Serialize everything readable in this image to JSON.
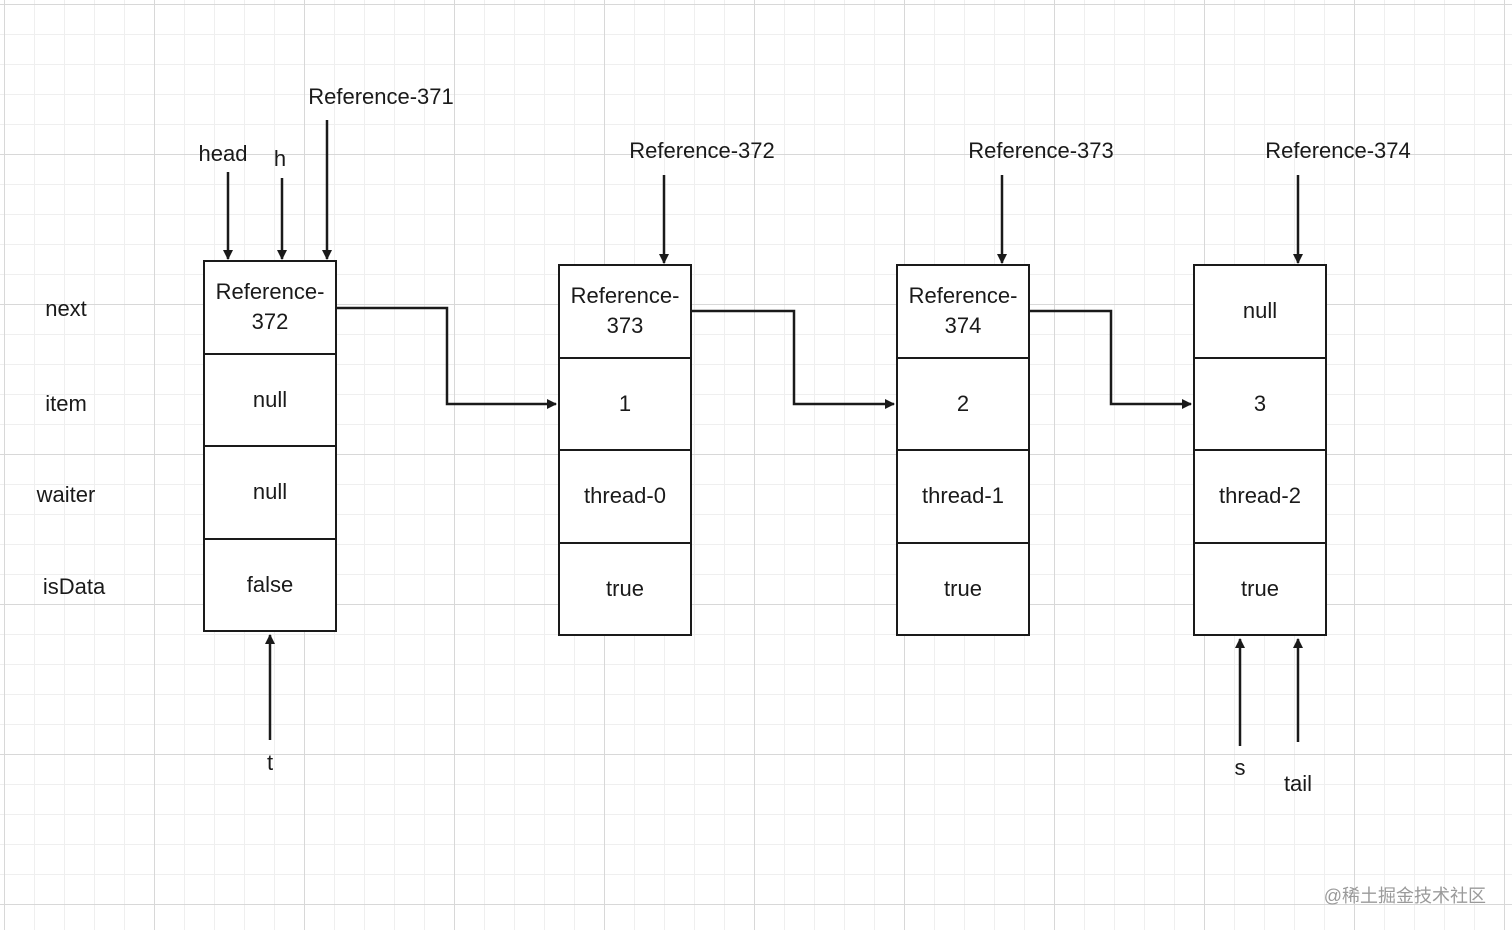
{
  "fields": [
    "next",
    "item",
    "waiter",
    "isData"
  ],
  "nodes": [
    {
      "next": "Reference-372",
      "item": "null",
      "waiter": "null",
      "isData": "false"
    },
    {
      "next": "Reference-373",
      "item": "1",
      "waiter": "thread-0",
      "isData": "true"
    },
    {
      "next": "Reference-374",
      "item": "2",
      "waiter": "thread-1",
      "isData": "true"
    },
    {
      "next": "null",
      "item": "3",
      "waiter": "thread-2",
      "isData": "true"
    }
  ],
  "pointers": {
    "head": "head",
    "h": "h",
    "ref371": "Reference-371",
    "ref372": "Reference-372",
    "ref373": "Reference-373",
    "ref374": "Reference-374",
    "t": "t",
    "s": "s",
    "tail": "tail"
  },
  "watermark": "@稀土掘金技术社区"
}
